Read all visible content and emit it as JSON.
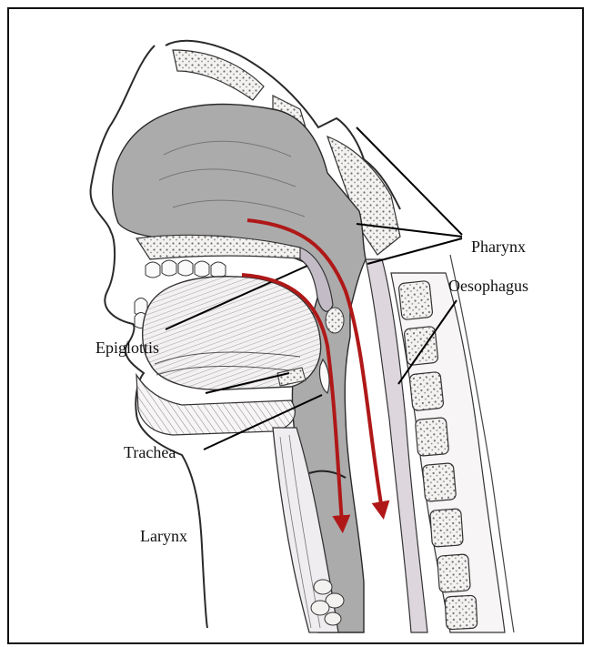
{
  "labels": {
    "pharynx": "Pharynx",
    "oesophagus": "Oesophagus",
    "epiglottis": "Epiglottis",
    "trachea": "Trachea",
    "larynx": "Larynx"
  },
  "colors": {
    "arrow": "#b01818",
    "tissue": "#c3bcc6",
    "airway": "#ababab",
    "bone_stipple": "#7a7a7a",
    "outline": "#2a2a2a",
    "leader_line": "#000000",
    "border": "#111111"
  },
  "figure": {
    "type": "sagittal head and neck anatomy drawing",
    "flow_arrows": 2
  }
}
